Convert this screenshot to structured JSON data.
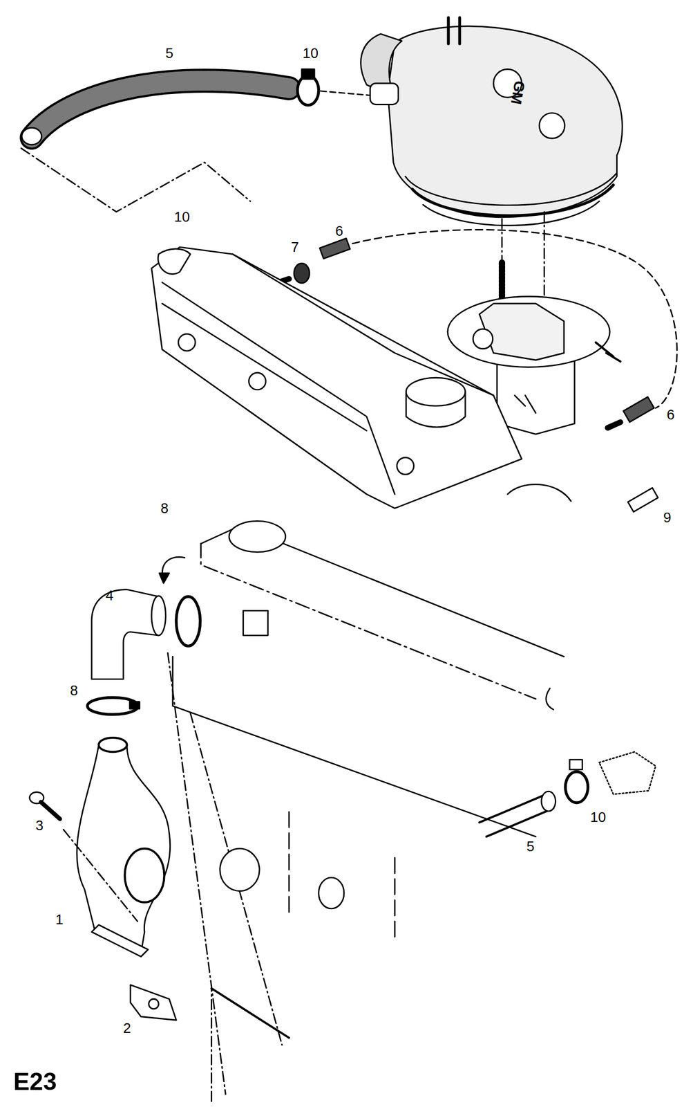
{
  "diagram": {
    "labels": [
      "5",
      "10",
      "GM",
      "10",
      "7",
      "6",
      "6",
      "9",
      "8",
      "4",
      "8",
      "3",
      "5",
      "10",
      "1",
      "2",
      "E23"
    ]
  }
}
